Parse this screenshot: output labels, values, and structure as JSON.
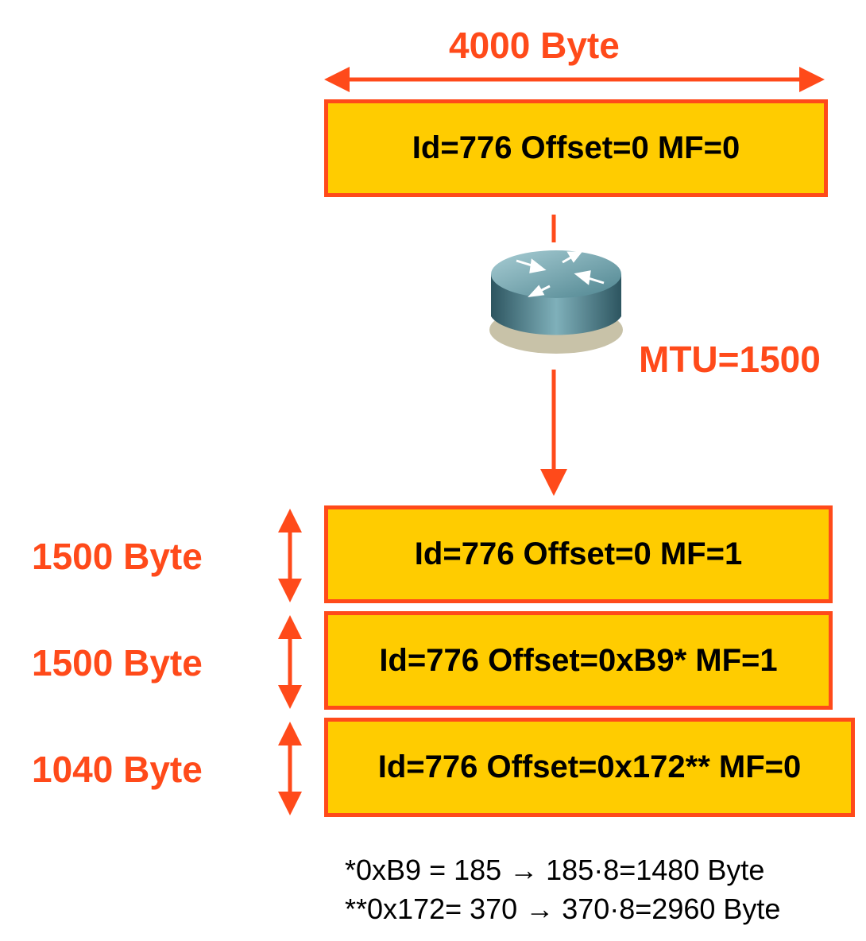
{
  "original": {
    "size_label": "4000 Byte",
    "header": "Id=776 Offset=0 MF=0"
  },
  "router": {
    "mtu_label": "MTU=1500",
    "icon": "router-icon"
  },
  "fragments": [
    {
      "size_label": "1500 Byte",
      "header": "Id=776 Offset=0 MF=1"
    },
    {
      "size_label": "1500 Byte",
      "header": "Id=776 Offset=0xB9* MF=1"
    },
    {
      "size_label": "1040 Byte",
      "header": "Id=776 Offset=0x172** MF=0"
    }
  ],
  "footnotes": [
    "*0xB9 = 185 → 185·8=1480 Byte",
    "**0x172= 370 → 370·8=2960 Byte"
  ],
  "colors": {
    "accent": "#ff4a1a",
    "packet_fill": "#ffcc00",
    "text": "#000000"
  }
}
